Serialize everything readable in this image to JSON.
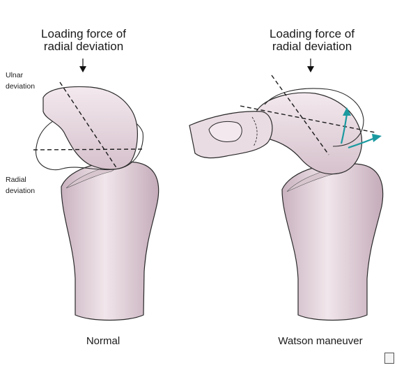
{
  "left_panel": {
    "force_label_line1": "Loading force of",
    "force_label_line2": "radial deviation",
    "ulnar_line1": "Ulnar",
    "ulnar_line2": "deviation",
    "radial_line1": "Radial",
    "radial_line2": "deviation",
    "caption": "Normal"
  },
  "right_panel": {
    "force_label_line1": "Loading force of",
    "force_label_line2": "radial deviation",
    "caption": "Watson maneuver"
  },
  "colors": {
    "bone_fill": "#ede0e6",
    "bone_shade": "#cdb6c2",
    "outline": "#2a2a2a",
    "arrow_teal": "#1a9aa0"
  }
}
